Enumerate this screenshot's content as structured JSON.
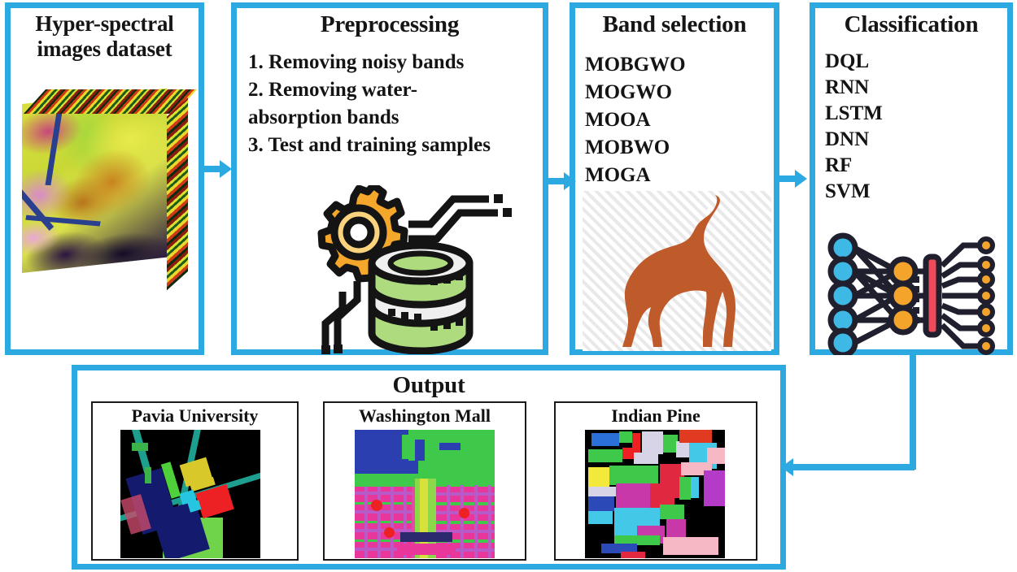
{
  "diagram": {
    "accent_color": "#2CA9E1",
    "text_color": "#141414",
    "background": "#FFFFFF"
  },
  "panels": {
    "dataset": {
      "title": "Hyper-spectral images dataset",
      "title_line1": "Hyper-spectral",
      "title_line2": "images dataset",
      "image_name": "hyperspectral-data-cube"
    },
    "preprocessing": {
      "title": "Preprocessing",
      "steps": [
        "1. Removing noisy bands",
        "2. Removing water-",
        "absorption bands",
        "3. Test and training samples"
      ],
      "icon_name": "gear-database-icon"
    },
    "band_selection": {
      "title": "Band selection",
      "methods": [
        "MOBGWO",
        "MOGWO",
        "MOOA",
        "MOBWO",
        "MOGA"
      ],
      "icon_name": "howling-wolf-icon",
      "icon_color": "#BF5A2B"
    },
    "classification": {
      "title": "Classification",
      "methods": [
        "DQL",
        "RNN",
        "LSTM",
        "DNN",
        "RF",
        "SVM"
      ],
      "icon_name": "neural-network-icon",
      "node_input_color": "#3EB8E5",
      "node_hidden_color": "#F5A42B",
      "node_bar_color": "#EE4B5A"
    },
    "output": {
      "title": "Output",
      "datasets": [
        {
          "label": "Pavia University",
          "image_name": "pavia-university-classification-map"
        },
        {
          "label": "Washington Mall",
          "image_name": "washington-mall-classification-map"
        },
        {
          "label": "Indian Pine",
          "image_name": "indian-pine-classification-map"
        }
      ]
    }
  },
  "connectors": [
    {
      "name": "arrow-dataset-to-preprocessing",
      "direction": "right"
    },
    {
      "name": "arrow-preprocessing-to-band-selection",
      "direction": "right"
    },
    {
      "name": "arrow-band-selection-to-classification",
      "direction": "right"
    },
    {
      "name": "arrow-classification-to-output",
      "direction": "left"
    }
  ]
}
